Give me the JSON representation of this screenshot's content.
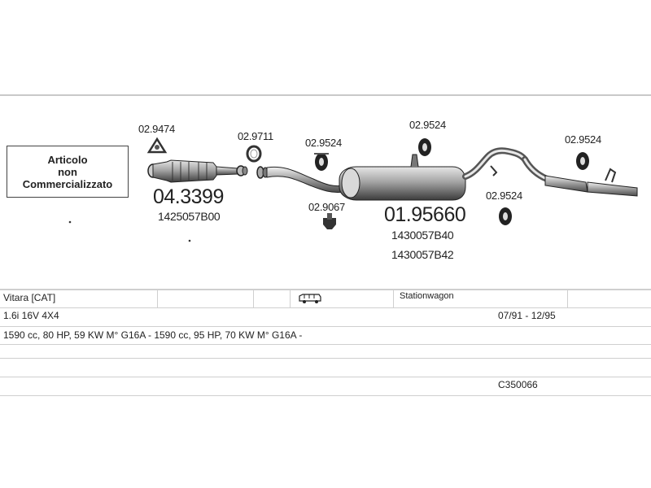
{
  "notice": {
    "line1": "Articolo",
    "line2": "non",
    "line3": "Commercializzato"
  },
  "parts": {
    "clamp_front": "02.9474",
    "gasket": "02.9711",
    "catalyst_code": "04.3399",
    "catalyst_oem": "1425057B00",
    "mount_front_mid": "02.9524",
    "mount_mid": "02.9067",
    "mount_top": "02.9524",
    "muffler_code": "01.95660",
    "muffler_oem_1": "1430057B40",
    "muffler_oem_2": "1430057B42",
    "mount_lower_rear": "02.9524",
    "mount_rear": "02.9524"
  },
  "table": {
    "model": "Vitara  [CAT]",
    "body_icon": "van-icon",
    "body_type": "Stationwagon",
    "engine": "1.6i  16V  4X4",
    "years": "07/91  -  12/95",
    "specs": "1590 cc, 80 HP, 59 KW  M° G16A -  1590 cc, 95 HP, 70 KW  M° G16A -",
    "code": "C350066"
  },
  "colors": {
    "line": "#c9c9c9",
    "text": "#222222",
    "part_fill": "#9a9a9a",
    "part_dark": "#4a4a4a"
  }
}
